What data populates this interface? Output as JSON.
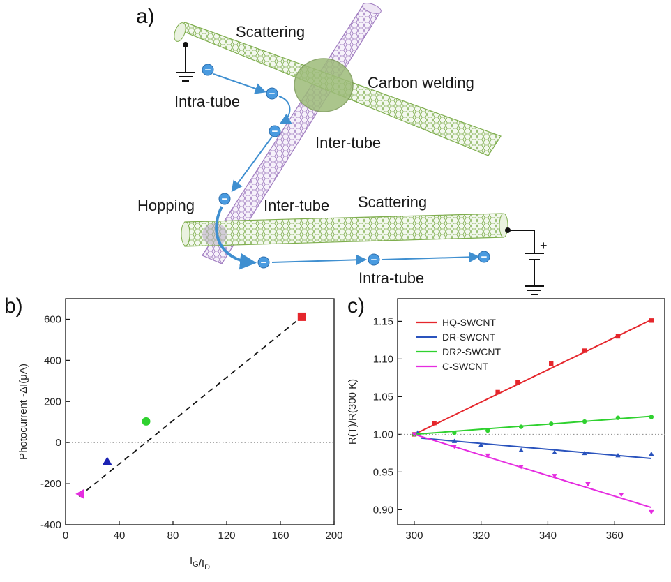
{
  "panels": {
    "a": {
      "label": "a)",
      "texts": {
        "scattering_top": "Scattering",
        "carbon_welding": "Carbon welding",
        "intra_tube_1": "Intra-tube",
        "inter_tube_1": "Inter-tube",
        "hopping": "Hopping",
        "inter_tube_2": "Inter-tube",
        "scattering_bottom": "Scattering",
        "intra_tube_2": "Intra-tube",
        "plus_sign": "+"
      },
      "electron_glyph": "−",
      "colors": {
        "tube_green": "#7fae4e",
        "tube_purple": "#a07cc0",
        "weld": "#9dbb79",
        "arrow": "#3f8fd0",
        "electron": "#4a9be0"
      }
    },
    "b": {
      "label": "b)"
    },
    "c": {
      "label": "c)"
    }
  },
  "chart_data": [
    {
      "type": "scatter",
      "xlabel": "I_G/I_D",
      "ylabel": "Photocurrent -ΔI(μA)",
      "xlim": [
        0,
        200
      ],
      "ylim": [
        -400,
        700
      ],
      "xticks": [
        0,
        40,
        80,
        120,
        160,
        200
      ],
      "yticks": [
        -400,
        -200,
        0,
        200,
        400,
        600
      ],
      "grid": false,
      "reference_line": {
        "y": 0,
        "style": "dotted"
      },
      "fit_line": {
        "x": [
          10,
          176
        ],
        "y": [
          -262,
          612
        ],
        "style": "dashed"
      },
      "points": [
        {
          "x": 176,
          "y": 612,
          "marker": "square",
          "color": "#e5262c"
        },
        {
          "x": 60,
          "y": 103,
          "marker": "circle",
          "color": "#2fd12f"
        },
        {
          "x": 31,
          "y": -92,
          "marker": "triangle-up",
          "color": "#1b22b3"
        },
        {
          "x": 11,
          "y": -250,
          "marker": "triangle-left",
          "color": "#e52ce0"
        }
      ]
    },
    {
      "type": "line",
      "xlabel": "",
      "ylabel": "R(T)/R(300 K)",
      "xlim": [
        295,
        375
      ],
      "ylim": [
        0.88,
        1.18
      ],
      "xticks": [
        300,
        320,
        340,
        360
      ],
      "yticks": [
        0.9,
        0.95,
        1.0,
        1.05,
        1.1,
        1.15
      ],
      "ytick_labels": [
        "0.90",
        "0.95",
        "1.00",
        "1.05",
        "1.10",
        "1.15"
      ],
      "grid": false,
      "reference_line": {
        "y": 1.0,
        "style": "dotted"
      },
      "legend": "top-left",
      "series": [
        {
          "name": "HQ-SWCNT",
          "color": "#e5262c",
          "marker": "square",
          "x": [
            300,
            306,
            325,
            331,
            341,
            351,
            361,
            371
          ],
          "y": [
            1.0,
            1.015,
            1.056,
            1.069,
            1.094,
            1.111,
            1.13,
            1.151
          ],
          "fit": {
            "x": [
              300,
              371
            ],
            "y": [
              1.0,
              1.152
            ]
          }
        },
        {
          "name": "DR-SWCNT",
          "color": "#2a53bd",
          "marker": "triangle-up",
          "x": [
            301,
            312,
            320,
            332,
            342,
            351,
            361,
            371
          ],
          "y": [
            1.002,
            0.991,
            0.986,
            0.979,
            0.976,
            0.975,
            0.972,
            0.974
          ],
          "fit": {
            "x": [
              302,
              371
            ],
            "y": [
              0.995,
              0.968
            ]
          }
        },
        {
          "name": "DR2-SWCNT",
          "color": "#2fd12f",
          "marker": "circle",
          "x": [
            300,
            312,
            322,
            332,
            341,
            351,
            361,
            371
          ],
          "y": [
            1.0,
            1.002,
            1.005,
            1.01,
            1.014,
            1.017,
            1.022,
            1.023
          ],
          "fit": {
            "x": [
              300,
              371
            ],
            "y": [
              1.0,
              1.024
            ]
          }
        },
        {
          "name": "C-SWCNT",
          "color": "#e52ce0",
          "marker": "triangle-down",
          "x": [
            300,
            312,
            322,
            332,
            342,
            352,
            362,
            371
          ],
          "y": [
            1.0,
            0.984,
            0.972,
            0.957,
            0.945,
            0.934,
            0.92,
            0.897
          ],
          "fit": {
            "x": [
              300,
              371
            ],
            "y": [
              1.0,
              0.903
            ]
          }
        }
      ]
    }
  ]
}
